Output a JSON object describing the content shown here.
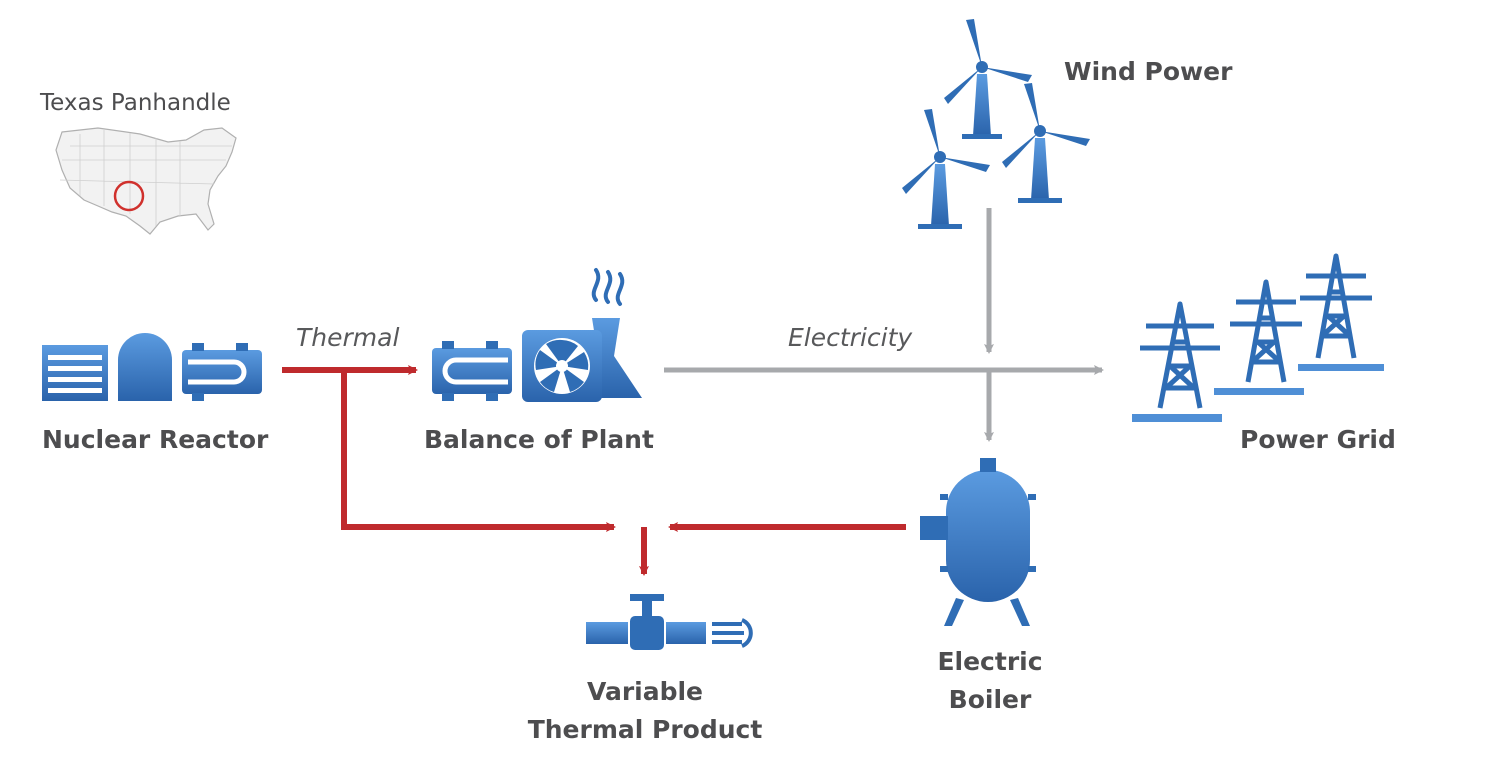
{
  "labels": {
    "map": "Texas Panhandle",
    "nuclear_reactor": "Nuclear Reactor",
    "balance_of_plant": "Balance of Plant",
    "wind_power": "Wind Power",
    "power_grid": "Power Grid",
    "electric_boiler_line1": "Electric",
    "electric_boiler_line2": "Boiler",
    "variable_product_line1": "Variable",
    "variable_product_line2": "Thermal Product"
  },
  "flows": {
    "thermal": "Thermal",
    "electricity": "Electricity"
  },
  "colors": {
    "icon_blue": "#2f6db5",
    "icon_blue_light": "#4f8fd6",
    "thermal_red": "#bf2a2d",
    "electric_gray": "#a7a9ac",
    "map_circle": "#d0312d"
  }
}
